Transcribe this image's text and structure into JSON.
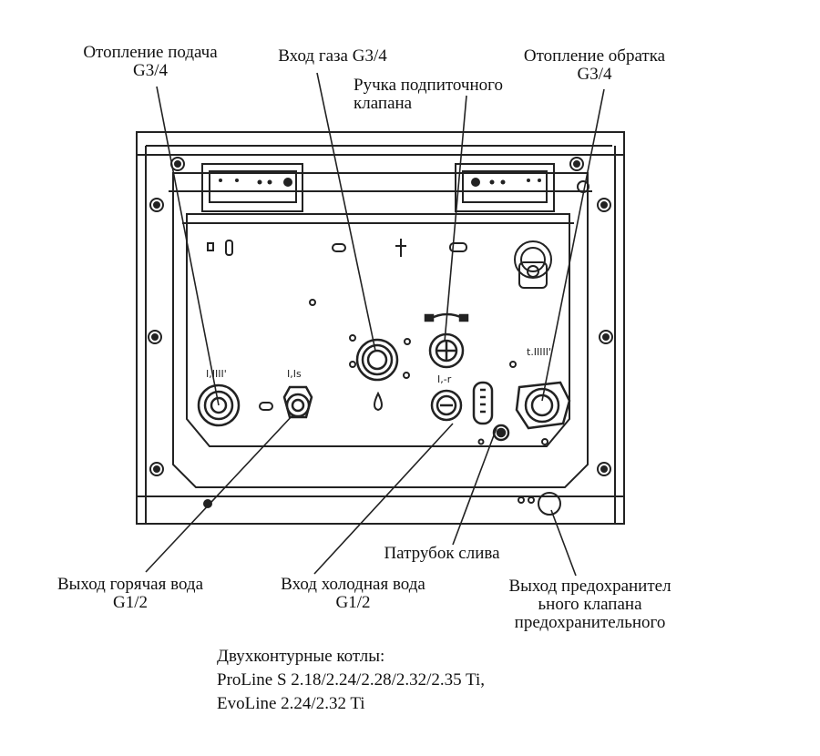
{
  "labels": {
    "heating_supply": [
      "Отопление подача",
      "G3/4"
    ],
    "gas_inlet": [
      "Вход газа G3/4"
    ],
    "makeup_valve_handle": [
      "Ручка подпиточного",
      "клапана"
    ],
    "heating_return": [
      "Отопление обратка",
      "G3/4"
    ],
    "drain_pipe": [
      "Патрубок слива"
    ],
    "hot_water_outlet": [
      "Выход горячая вода",
      "G1/2"
    ],
    "cold_water_inlet": [
      "Вход холодная вода",
      "G1/2"
    ],
    "safety_valve_outlet": [
      "Выход предохранител",
      "ьного клапана",
      "предохранительного"
    ]
  },
  "caption": {
    "line1": "Двухконтурные котлы:",
    "line2": "ProLine  S 2.18/2.24/2.28/2.32/2.35 Ti,",
    "line3": "EvoLine 2.24/2.32 Ti"
  }
}
